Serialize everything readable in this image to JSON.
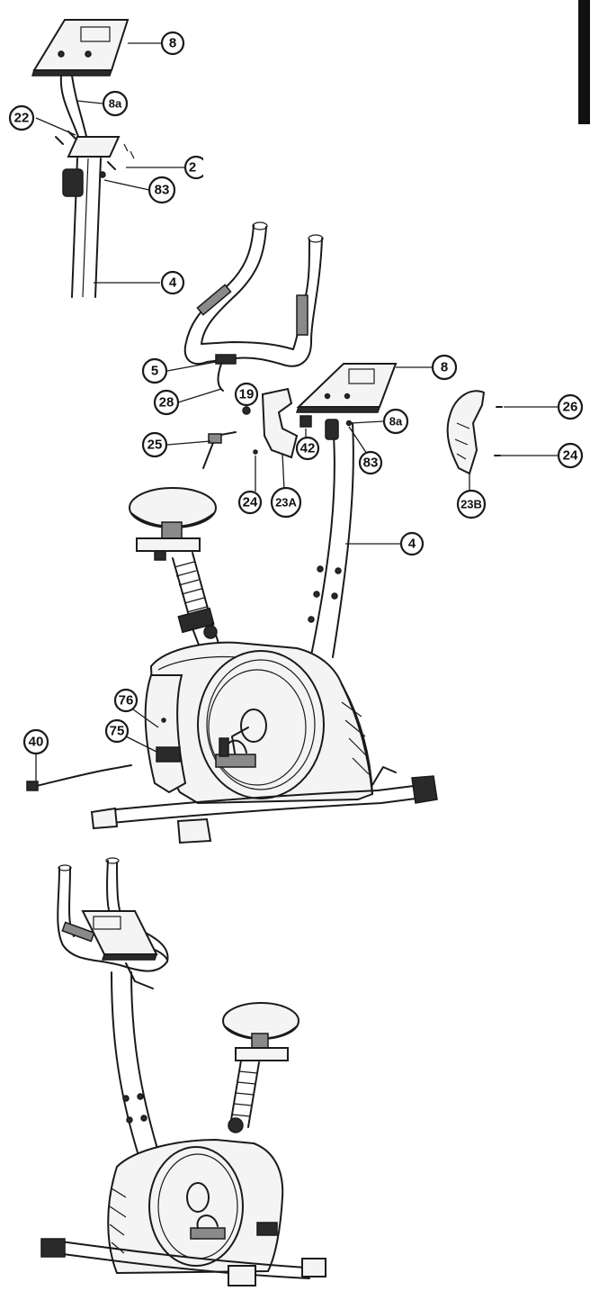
{
  "figure": {
    "accent_color": "#111111",
    "top_callouts": {
      "c8": "8",
      "c8a": "8a",
      "c22": "22",
      "c22_cut": "2",
      "c83": "83",
      "c4": "4"
    },
    "middle_callouts": {
      "c5": "5",
      "c28": "28",
      "c19": "19",
      "c8": "8",
      "c26": "26",
      "c8a": "8a",
      "c83": "83",
      "c25": "25",
      "c42": "42",
      "c24": "24",
      "c24b": "24",
      "c23a": "23A",
      "c23b": "23B",
      "c4": "4",
      "c76": "76",
      "c75": "75",
      "c40": "40"
    }
  }
}
